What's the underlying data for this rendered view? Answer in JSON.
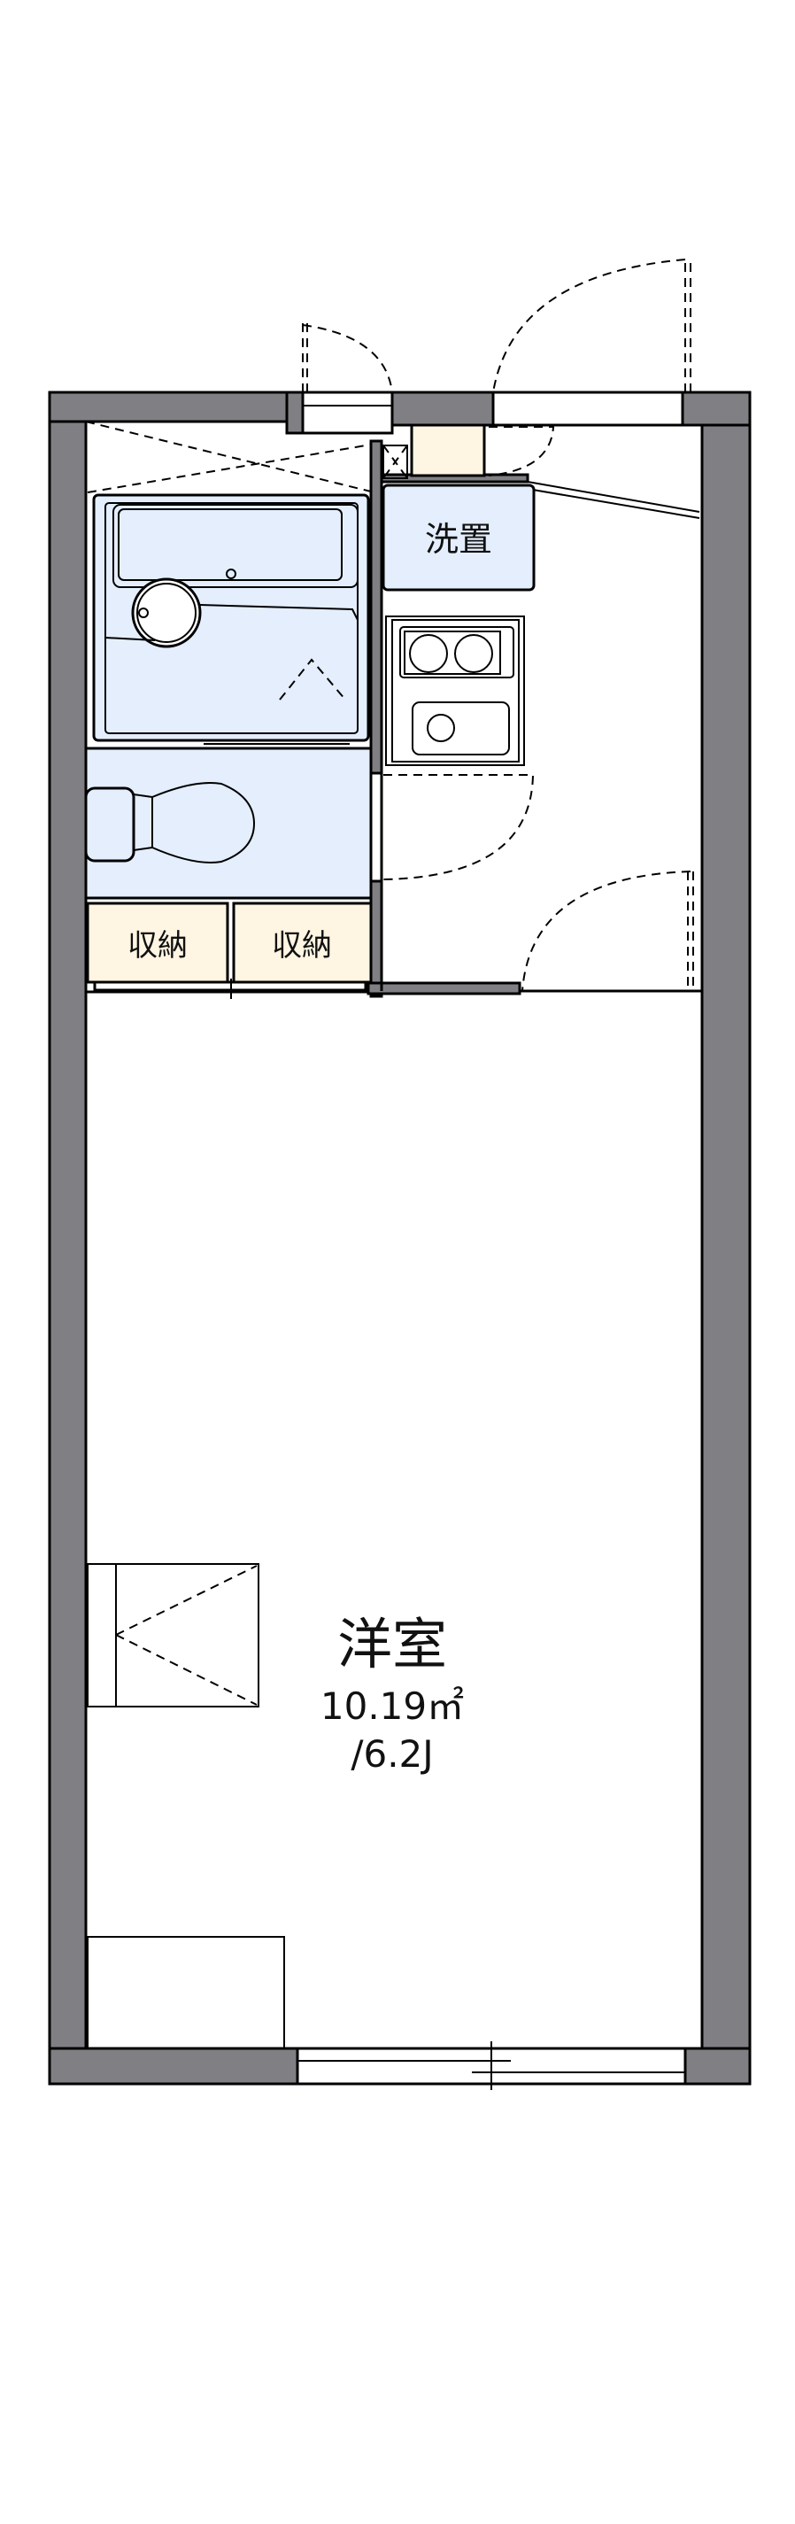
{
  "rooms": {
    "washer": {
      "label": "洗置"
    },
    "storage_left": {
      "label": "収納"
    },
    "storage_right": {
      "label": "収納"
    },
    "western_room": {
      "label": "洋室",
      "area": "10.19㎡",
      "size": "/6.2J"
    }
  },
  "colors": {
    "wall": "#808084",
    "wet_area": "#e4eefc",
    "storage": "#fef5e2"
  }
}
